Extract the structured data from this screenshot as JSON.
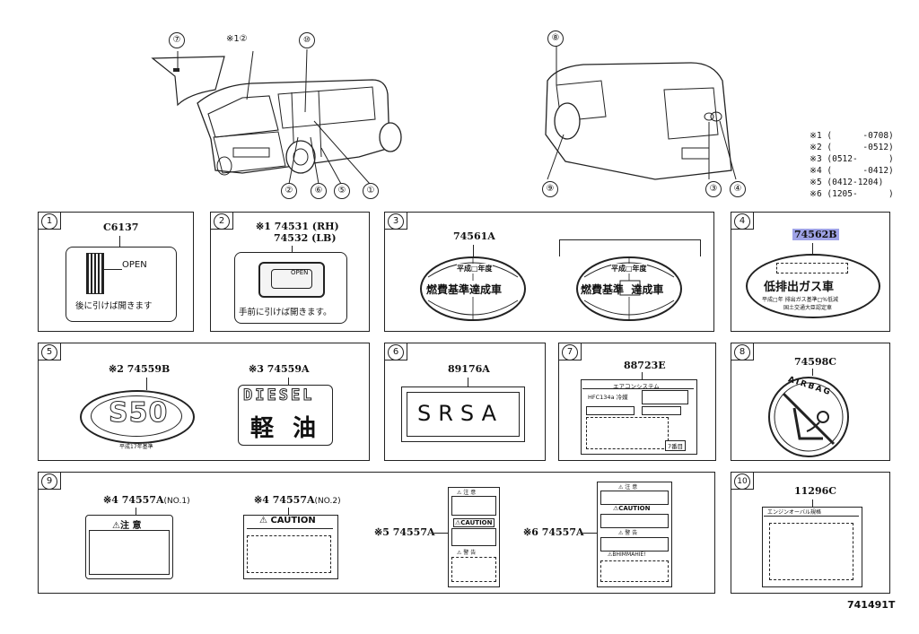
{
  "callouts_top": {
    "left_van": [
      "⑦",
      "※1②",
      "⑩",
      "②",
      "⑥",
      "⑤",
      "①"
    ],
    "right_van": [
      "⑧",
      "⑨",
      "③",
      "④"
    ]
  },
  "notes": [
    "※1 (      -0708)",
    "※2 (      -0512)",
    "※3 (0512-      )",
    "※4 (      -0412)",
    "※5 (0412-1204)",
    "※6 (1205-      )"
  ],
  "panels": {
    "p1": {
      "num": "1",
      "part": "C6137",
      "label_open": "OPEN",
      "label_text": "後に引けば開きます"
    },
    "p2": {
      "num": "2",
      "part_rh": "※1 74531 (RH)",
      "part_lh": "74532 (LB)",
      "label_open": "OPEN",
      "label_text": "手前に引けば開きます。"
    },
    "p3": {
      "num": "3",
      "part": "74561A",
      "badge1_top": "平成□年度",
      "badge1_main": "燃費基準達成車",
      "badge2_top": "平成□年度",
      "badge2_main": "燃費基準  達成車"
    },
    "p4": {
      "num": "4",
      "part": "74562B",
      "main": "低排出ガス車",
      "line1": "平成□年 排出ガス基準□%低減",
      "line2": "国土交通大臣認定車"
    },
    "p5": {
      "num": "5",
      "part_a": "※2 74559B",
      "part_b": "※3 74559A",
      "badge_text": "S50",
      "badge_sub": "平成17年基準",
      "diesel_top": "DIESEL",
      "diesel_bottom": "軽 油"
    },
    "p6": {
      "num": "6",
      "part": "89176A",
      "label_text": "SRSA"
    },
    "p7": {
      "num": "7",
      "part": "88723E",
      "header": "エアコンシステム",
      "gas": "HFC134a 冷媒",
      "foot": "7番目"
    },
    "p8": {
      "num": "8",
      "part": "74598C",
      "label_text": "AIRBAG"
    },
    "p9": {
      "num": "9",
      "part_a": "※4 74557A",
      "part_a_sub": "(NO.1)",
      "part_b": "※4 74557A",
      "part_b_sub": "(NO.2)",
      "part_c": "※5 74557A",
      "part_d": "※6 74557A",
      "a_head": "⚠注 意",
      "b_head": "⚠ CAUTION",
      "c_head1": "⚠ 注 意",
      "c_head2": "⚠CAUTION",
      "c_head3": "⚠ 警 告",
      "d_head1": "⚠ 注 意",
      "d_head2": "⚠CAUTION",
      "d_head3": "⚠ 警 告",
      "d_head4": "⚠BHIMMAHIE!"
    },
    "p10": {
      "num": "10",
      "part": "11296C",
      "header": "エンジンオーバル規格"
    }
  },
  "diagram_id": "741491T"
}
